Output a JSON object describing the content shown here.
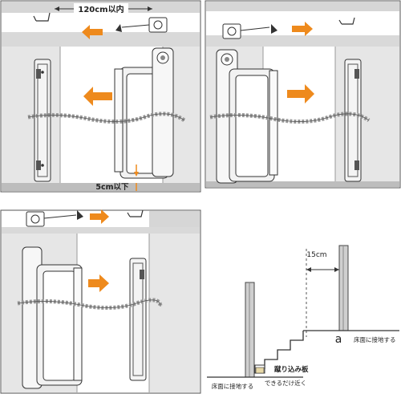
{
  "panel1": {
    "width_label": "120cm以内",
    "gap_label": "5cm以下"
  },
  "panel4": {
    "dimension_label": "15cm",
    "point_label": "a",
    "floor_contact_right": "床面に接地する",
    "floor_contact_left": "床面に接地する",
    "kickplate_label": "蹴り込み板",
    "as_close_label": "できるだけ近く"
  },
  "colors": {
    "arrow": "#ee8a1d",
    "wall": "#d9d9d9",
    "line": "#222222",
    "post": "#cfcfcf"
  }
}
